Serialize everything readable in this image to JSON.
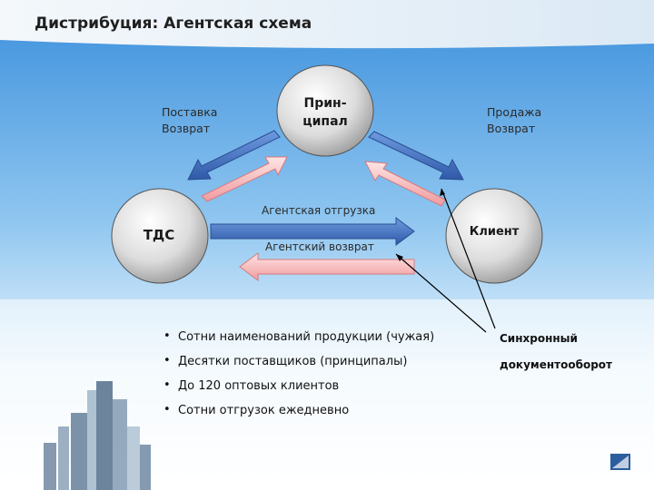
{
  "title": "Дистрибуция: Агентская схема",
  "nodes": {
    "principal": [
      "Прин-",
      "ципал"
    ],
    "tds": "ТДС",
    "client": "Клиент"
  },
  "labels": {
    "supply_left": [
      "Поставка",
      "Возврат"
    ],
    "sale_right": [
      "Продажа",
      "Возврат"
    ],
    "agent_shipment": "Агентская отгрузка",
    "agent_return": "Агентский возврат"
  },
  "bullets": [
    {
      "bold": "Сотни наименований",
      "rest": " продукции (чужая)"
    },
    {
      "bold": "Десятки поставщиков",
      "rest": " (принципалы)"
    },
    {
      "bold": "До 120 оптовых клиентов",
      "rest": ""
    },
    {
      "bold": "Сотни отгрузок",
      "rest": " ежедневно"
    }
  ],
  "sync_note": [
    "Синхронный",
    "документооборот"
  ],
  "colors": {
    "blue_arrow": "#4a76c4",
    "pink_arrow": "#f6b7b9",
    "sky": "#5aa9e6"
  }
}
